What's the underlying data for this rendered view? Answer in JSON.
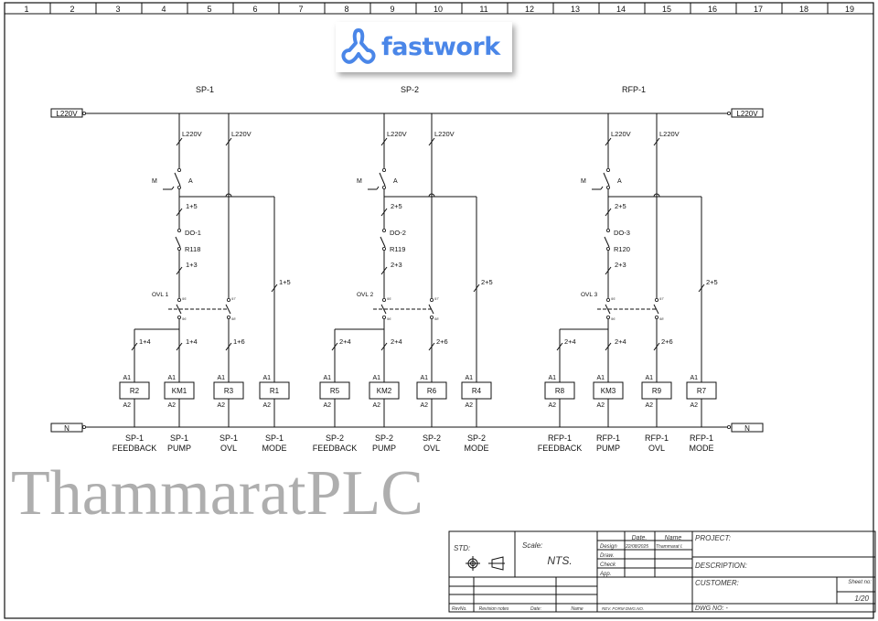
{
  "ruler": [
    "1",
    "2",
    "3",
    "4",
    "5",
    "6",
    "7",
    "8",
    "9",
    "10",
    "11",
    "12",
    "13",
    "14",
    "15",
    "16",
    "17",
    "18",
    "19"
  ],
  "bus": {
    "supply_left": "L220V",
    "supply_right": "L220V",
    "neutral_left": "N",
    "neutral_right": "N"
  },
  "sections": [
    {
      "title": "SP-1",
      "m": "M",
      "a": "A",
      "supply_wires": [
        "L220V",
        "L220V"
      ],
      "wire_after_selector": "1+5",
      "do_label": "DO-1",
      "relay_contact": "R118",
      "wire_after_do": "1+3",
      "ovl_label": "OVL 1",
      "ovl_terminals": [
        "95",
        "96",
        "97",
        "98"
      ],
      "mode_wire": "1+5",
      "branch_wires": [
        "1+4",
        "1+4",
        "1+6"
      ],
      "relays": [
        {
          "tag": "R2",
          "a1": "A1",
          "a2": "A2",
          "name": "SP-1",
          "func": "FEEDBACK"
        },
        {
          "tag": "KM1",
          "a1": "A1",
          "a2": "A2",
          "name": "SP-1",
          "func": "PUMP"
        },
        {
          "tag": "R3",
          "a1": "A1",
          "a2": "A2",
          "name": "SP-1",
          "func": "OVL"
        },
        {
          "tag": "R1",
          "a1": "A1",
          "a2": "A2",
          "name": "SP-1",
          "func": "MODE"
        }
      ]
    },
    {
      "title": "SP-2",
      "m": "M",
      "a": "A",
      "supply_wires": [
        "L220V",
        "L220V"
      ],
      "wire_after_selector": "2+5",
      "do_label": "DO-2",
      "relay_contact": "R119",
      "wire_after_do": "2+3",
      "ovl_label": "OVL 2",
      "ovl_terminals": [
        "95",
        "96",
        "97",
        "98"
      ],
      "mode_wire": "2+5",
      "branch_wires": [
        "2+4",
        "2+4",
        "2+6"
      ],
      "relays": [
        {
          "tag": "R5",
          "a1": "A1",
          "a2": "A2",
          "name": "SP-2",
          "func": "FEEDBACK"
        },
        {
          "tag": "KM2",
          "a1": "A1",
          "a2": "A2",
          "name": "SP-2",
          "func": "PUMP"
        },
        {
          "tag": "R6",
          "a1": "A1",
          "a2": "A2",
          "name": "SP-2",
          "func": "OVL"
        },
        {
          "tag": "R4",
          "a1": "A1",
          "a2": "A2",
          "name": "SP-2",
          "func": "MODE"
        }
      ]
    },
    {
      "title": "RFP-1",
      "m": "M",
      "a": "A",
      "supply_wires": [
        "L220V",
        "L220V"
      ],
      "wire_after_selector": "2+5",
      "do_label": "DO-3",
      "relay_contact": "R120",
      "wire_after_do": "2+3",
      "ovl_label": "OVL 3",
      "ovl_terminals": [
        "95",
        "96",
        "97",
        "98"
      ],
      "mode_wire": "2+5",
      "branch_wires": [
        "2+4",
        "2+4",
        "2+6"
      ],
      "relays": [
        {
          "tag": "R8",
          "a1": "A1",
          "a2": "A2",
          "name": "RFP-1",
          "func": "FEEDBACK"
        },
        {
          "tag": "KM3",
          "a1": "A1",
          "a2": "A2",
          "name": "RFP-1",
          "func": "PUMP"
        },
        {
          "tag": "R9",
          "a1": "A1",
          "a2": "A2",
          "name": "RFP-1",
          "func": "OVL"
        },
        {
          "tag": "R7",
          "a1": "A1",
          "a2": "A2",
          "name": "RFP-1",
          "func": "MODE"
        }
      ]
    }
  ],
  "title_block": {
    "std": "STD:",
    "scale_label": "Scale:",
    "scale_value": "NTS.",
    "date_hdr": "Date.",
    "name_hdr": "Name",
    "rows": [
      "Design",
      "Draw.",
      "Check",
      "App."
    ],
    "design_date": "22/08/2025",
    "design_name": "Thammarat I.",
    "project": "PROJECT:",
    "description": "DESCRIPTION:",
    "customer": "CUSTOMER:",
    "sheet_no_label": "Sheet no:",
    "sheet_no": "1/20",
    "rev_no": "RevNo.",
    "rev_notes": "Revision notes",
    "rev_date": "Date:",
    "rev_name": "Name",
    "rev_form": "REV. FORM DWG.NO.",
    "dwg_no": "DWG NO: -"
  },
  "watermarks": {
    "text": "ThammaratPLC",
    "logo": "fastwork"
  }
}
